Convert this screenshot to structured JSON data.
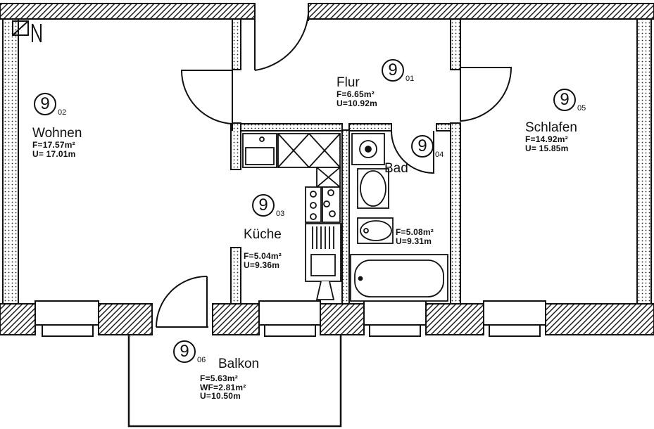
{
  "rooms": {
    "wohnen": {
      "number": "9",
      "suffix": "02",
      "name": "Wohnen",
      "area": "F=17.57m²",
      "perimeter": "U= 17.01m"
    },
    "flur": {
      "number": "9",
      "suffix": "01",
      "name": "Flur",
      "area": "F=6.65m²",
      "perimeter": "U=10.92m"
    },
    "schlafen": {
      "number": "9",
      "suffix": "05",
      "name": "Schlafen",
      "area": "F=14.92m²",
      "perimeter": "U= 15.85m"
    },
    "kueche": {
      "number": "9",
      "suffix": "03",
      "name": "Küche",
      "area": "F=5.04m²",
      "perimeter": "U=9.36m"
    },
    "bad": {
      "number": "9",
      "suffix": "04",
      "name": "Bad",
      "area": "F=5.08m²",
      "perimeter": "U=9.31m"
    },
    "balkon": {
      "number": "9",
      "suffix": "06",
      "name": "Balkon",
      "area": "F=5.63m²",
      "wf": "WF=2.81m²",
      "perimeter": "U=10.50m"
    }
  },
  "colors": {
    "ink": "#111111",
    "background": "#ffffff"
  }
}
